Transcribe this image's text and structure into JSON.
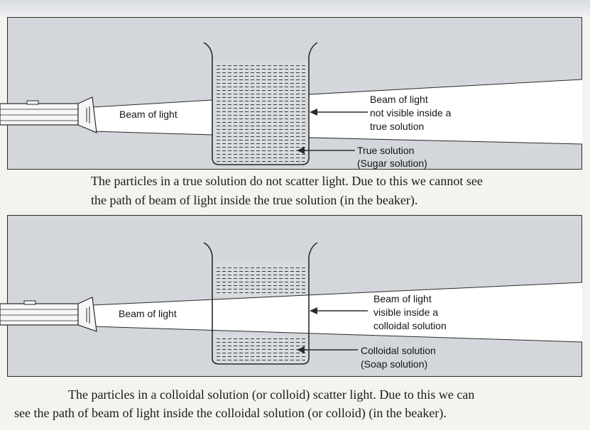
{
  "panel1": {
    "beam_label": "Beam of light",
    "arrow_label_lines": [
      "Beam of light",
      "not visible  inside a",
      "true solution"
    ],
    "solution_label_lines": [
      "True solution",
      "(Sugar solution)"
    ],
    "caption_lines": [
      "The particles in a true solution do not scatter light. Due to this we cannot see",
      "the path of beam of light inside the true solution (in the beaker)."
    ]
  },
  "panel2": {
    "beam_label": "Beam of light",
    "arrow_label_lines": [
      "Beam of light",
      "visible inside a",
      "colloidal solution"
    ],
    "solution_label_lines": [
      "Colloidal solution",
      "(Soap solution)"
    ],
    "caption_lines": [
      "The particles in a colloidal solution (or colloid) scatter light. Due to this we can",
      "see the path of beam of light inside the colloidal solution (or colloid) (in the beaker)."
    ]
  },
  "colors": {
    "panel_bg": "#d3d7db",
    "beam": "#ffffff",
    "outline": "#2a2a2a",
    "page_bg": "#f3f3ef"
  }
}
